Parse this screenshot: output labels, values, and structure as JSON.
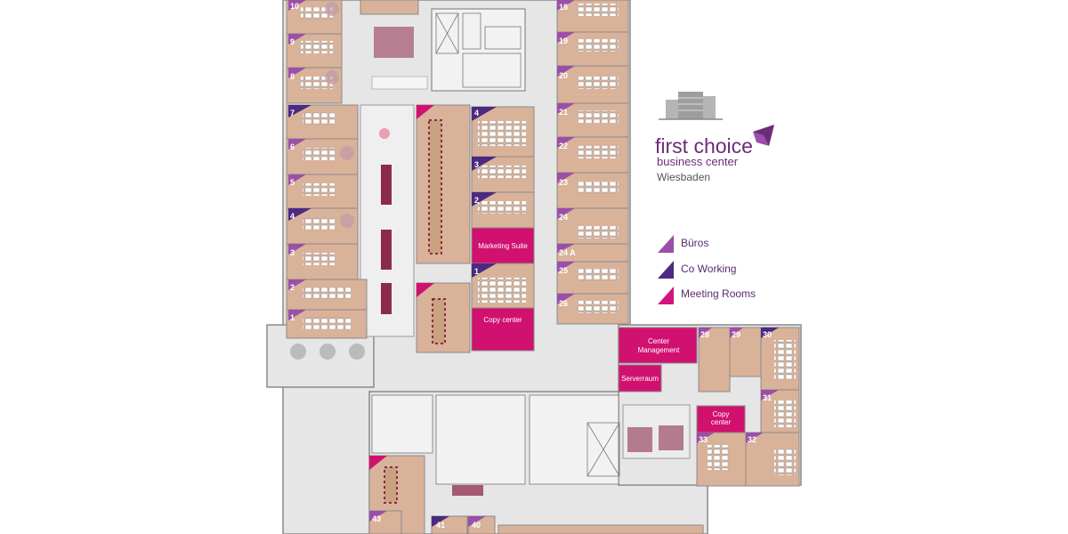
{
  "brand": {
    "name": "first choice",
    "tagline": "business center",
    "city": "Wiesbaden"
  },
  "legend": [
    {
      "label": "Büros",
      "color": "#9b4fa8"
    },
    {
      "label": "Co Working",
      "color": "#4b2a80"
    },
    {
      "label": "Meeting Rooms",
      "color": "#d4147d"
    }
  ],
  "colors": {
    "office_floor": "#d9b29a",
    "corridor": "#e6e6e6",
    "meeting": "#d0116f",
    "coworking": "#4b2a80",
    "office_tag": "#9b4fa8",
    "wall": "#8a8a8a"
  },
  "rooms": {
    "left": [
      "10",
      "9",
      "8",
      "7",
      "6",
      "5",
      "4",
      "3",
      "2",
      "1"
    ],
    "right": [
      "18",
      "19",
      "20",
      "21",
      "22",
      "23",
      "24",
      "24 A",
      "25",
      "26"
    ],
    "inner": [
      "4",
      "3",
      "2",
      "1"
    ],
    "east": [
      "28",
      "29",
      "30",
      "31",
      "33",
      "32"
    ],
    "south": [
      "43",
      "41",
      "40"
    ]
  },
  "labels": {
    "marketing_suite": "Marketing Suite",
    "copy_center": "Copy center",
    "center_management_1": "Center",
    "center_management_2": "Management",
    "serverraum": "Serverraum",
    "copy_center2_1": "Copy",
    "copy_center2_2": "center"
  }
}
